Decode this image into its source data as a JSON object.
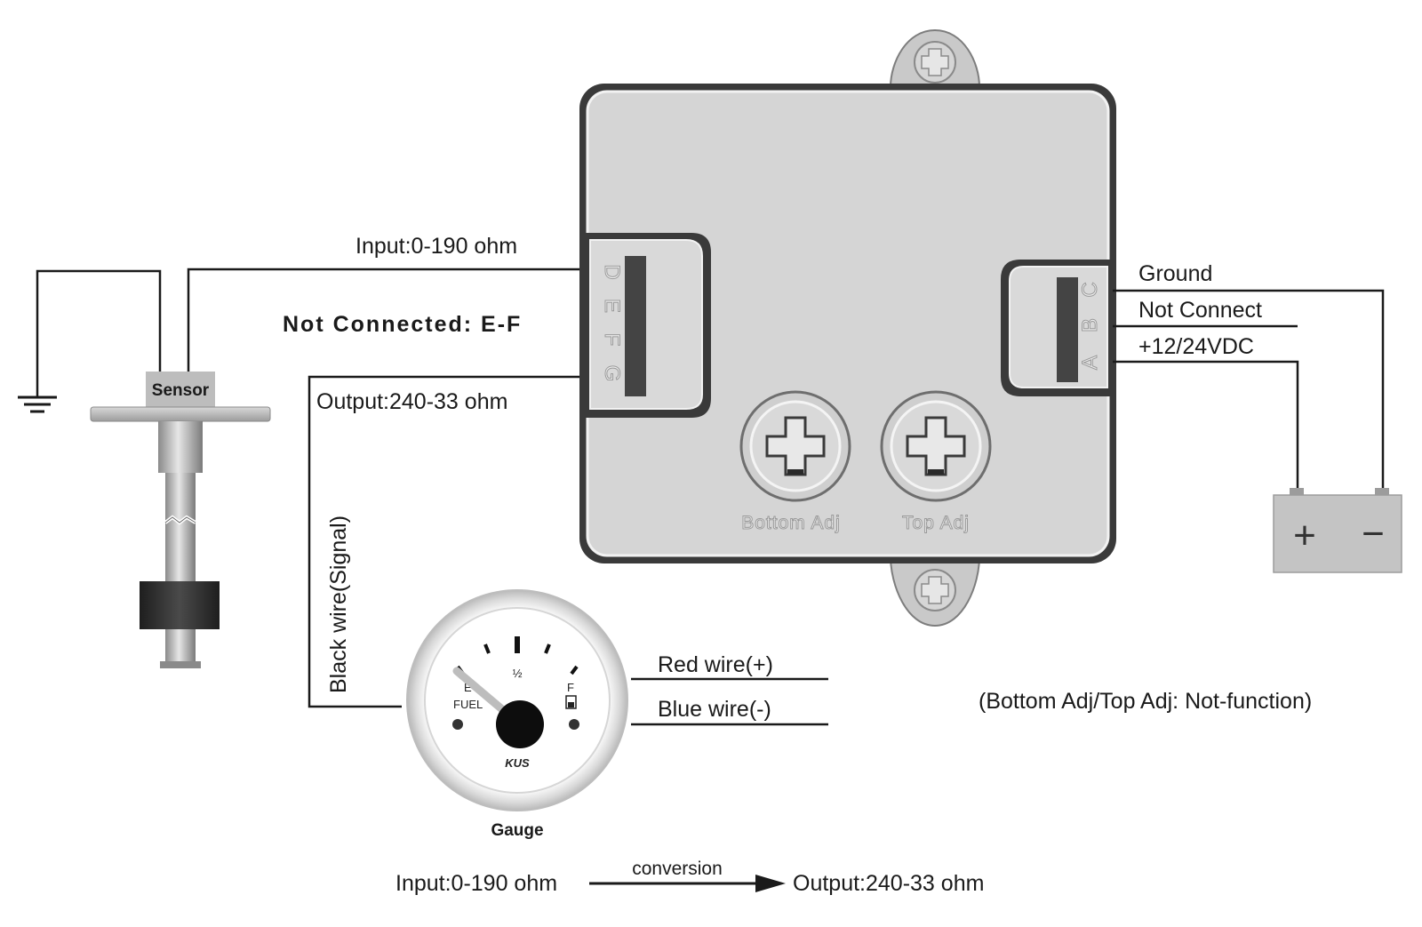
{
  "labels": {
    "input_label": "Input:0-190 ohm",
    "not_connected": "Not Connected: E-F",
    "output_label": "Output:240-33 ohm",
    "sensor_caption": "Sensor",
    "black_wire": "Black wire(Signal)",
    "gauge_caption": "Gauge",
    "red_wire": "Red wire(+)",
    "blue_wire": "Blue wire(-)",
    "ground": "Ground",
    "not_connect": "Not Connect",
    "supply": "+12/24VDC",
    "adj_note": "(Bottom Adj/Top Adj: Not-function)",
    "battery_plus": "+",
    "battery_minus": "−"
  },
  "converter": {
    "left_terminals": [
      "D",
      "E",
      "F",
      "G"
    ],
    "right_terminals": [
      "C",
      "B",
      "A"
    ],
    "bottom_adj_label": "Bottom Adj",
    "top_adj_label": "Top Adj"
  },
  "gauge_face": {
    "empty_mark": "E",
    "half_mark": "½",
    "full_mark": "F",
    "fuel_text": "FUEL",
    "brand_text": "KUS"
  },
  "flow": {
    "input": "Input:0-190 ohm",
    "arrow_label": "conversion",
    "output": "Output:240-33 ohm"
  }
}
